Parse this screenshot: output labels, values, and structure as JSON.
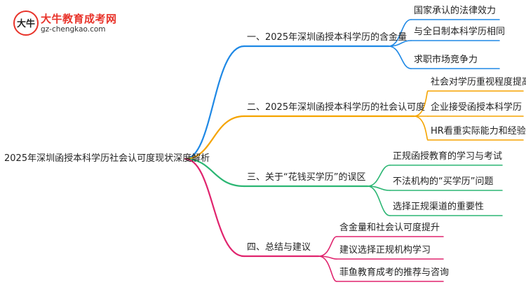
{
  "logo": {
    "mark_text": "大牛",
    "title": "大牛教育成考网",
    "url": "gz-chengkao.com"
  },
  "root": {
    "label": "2025年深圳函授本科学历社会认可度现状深度解析"
  },
  "branches": [
    {
      "label": "一、2025年深圳函授本科学历的含金量",
      "color": "#1e88e5",
      "children": [
        "国家承认的法律效力",
        "与全日制本科学历相同",
        "求职市场竞争力"
      ]
    },
    {
      "label": "二、2025年深圳函授本科学历的社会认可度",
      "color": "#f5a400",
      "children": [
        "社会对学历重视程度提高",
        "企业接受函授本科学历",
        "HR看重实际能力和经验"
      ]
    },
    {
      "label": "三、关于“花钱买学历”的误区",
      "color": "#2bb673",
      "children": [
        "正规函授教育的学习与考试",
        "不法机构的“买学历”问题",
        "选择正规渠道的重要性"
      ]
    },
    {
      "label": "四、总结与建议",
      "color": "#e0246e",
      "children": [
        "含金量和社会认可度提升",
        "建议选择正规机构学习",
        "菲鱼教育成考的推荐与咨询"
      ]
    }
  ]
}
